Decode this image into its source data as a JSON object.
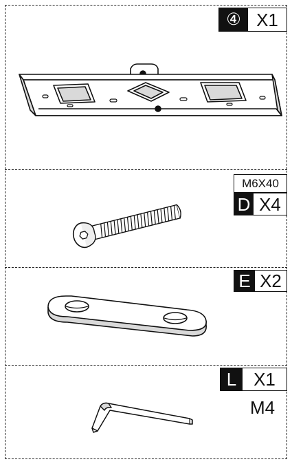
{
  "parts": [
    {
      "code": "④",
      "quantity": "X1",
      "name": "wall plate"
    },
    {
      "code": "D",
      "quantity": "X4",
      "size": "M6X40",
      "name": "bolt"
    },
    {
      "code": "E",
      "quantity": "X2",
      "name": "spacer plate"
    },
    {
      "code": "L",
      "quantity": "X1",
      "size": "M4",
      "name": "hex key"
    }
  ],
  "colors": {
    "ink": "#111111",
    "fill": "#ffffff",
    "shade": "#d9d9d9"
  },
  "icons": [
    "wall-plate-icon",
    "bolt-icon",
    "spacer-plate-icon",
    "hex-key-icon"
  ]
}
